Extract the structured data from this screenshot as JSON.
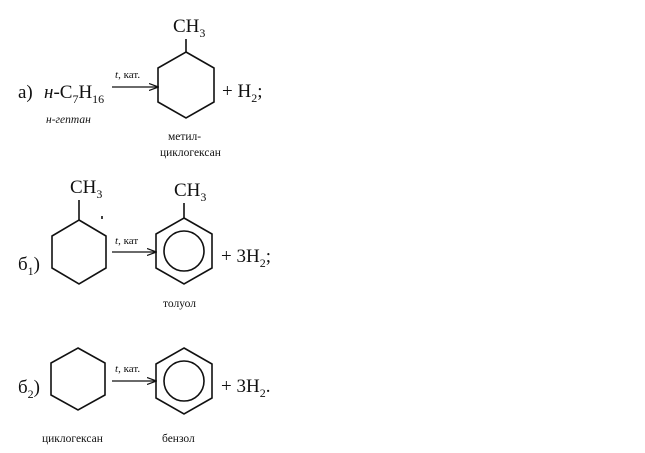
{
  "reaction_a": {
    "label": "а)",
    "reactant_prefix": "н",
    "reactant_dash": "-C",
    "reactant_sub1": "7",
    "reactant_h": "H",
    "reactant_sub2": "16",
    "reactant_name": "н-гептан",
    "condition_t": "t",
    "condition_rest": ", кат.",
    "substituent_c": "CH",
    "substituent_sub": "3",
    "product_name_line1": "метил-",
    "product_name_line2": "циклогексан",
    "byproduct_plus": "+ H",
    "byproduct_sub": "2",
    "byproduct_end": ";"
  },
  "reaction_b1": {
    "label_main": "б",
    "label_sub": "1",
    "label_paren": ")",
    "reactant_substituent_c": "CH",
    "reactant_substituent_sub": "3",
    "condition_t": "t",
    "condition_rest": ", кат",
    "product_substituent_c": "CH",
    "product_substituent_sub": "3",
    "product_name": "толуол",
    "byproduct_plus": "+ 3H",
    "byproduct_sub": "2",
    "byproduct_end": ";"
  },
  "reaction_b2": {
    "label_main": "б",
    "label_sub": "2",
    "label_paren": ")",
    "reactant_name": "циклогексан",
    "condition_t": "t",
    "condition_rest": ", кат.",
    "product_name": "бензол",
    "byproduct_plus": "+ 3H",
    "byproduct_sub": "2",
    "byproduct_end": "."
  }
}
